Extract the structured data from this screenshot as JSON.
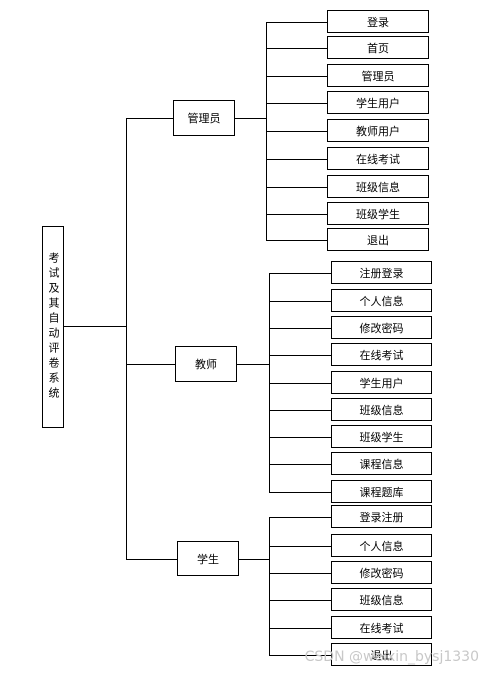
{
  "root": {
    "label": "考试及其自动评卷系统"
  },
  "roles": [
    {
      "label": "管理员",
      "items": [
        "登录",
        "首页",
        "管理员",
        "学生用户",
        "教师用户",
        "在线考试",
        "班级信息",
        "班级学生",
        "退出"
      ]
    },
    {
      "label": "教师",
      "items": [
        "注册登录",
        "个人信息",
        "修改密码",
        "在线考试",
        "学生用户",
        "班级信息",
        "班级学生",
        "课程信息",
        "课程题库"
      ]
    },
    {
      "label": "学生",
      "items": [
        "登录注册",
        "个人信息",
        "修改密码",
        "班级信息",
        "在线考试",
        "退出"
      ]
    }
  ],
  "watermark": "CSDN @weixin_bysj1330"
}
